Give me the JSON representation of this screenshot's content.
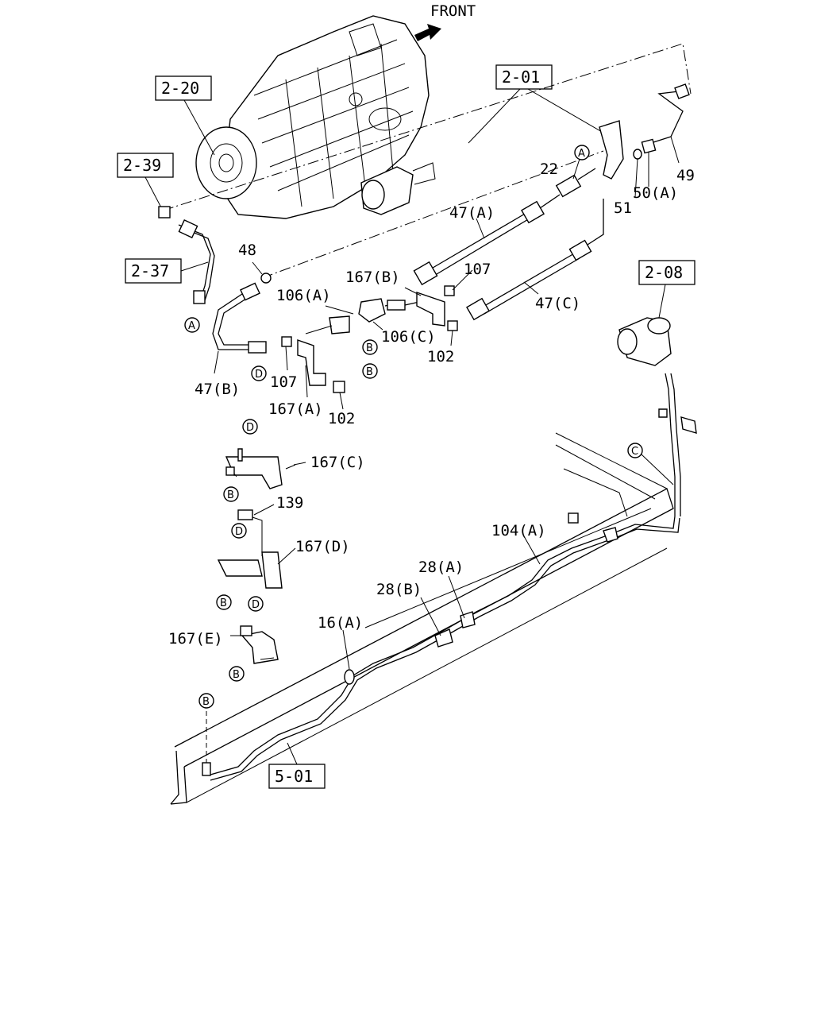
{
  "direction": {
    "label": "FRONT"
  },
  "reference_boxes": {
    "ref_2_20": "2-20",
    "ref_2_01": "2-01",
    "ref_2_39": "2-39",
    "ref_2_37": "2-37",
    "ref_2_08": "2-08",
    "ref_5_01": "5-01"
  },
  "part_labels": {
    "p22": "22",
    "p51": "51",
    "p50A": "50(A)",
    "p49": "49",
    "p47A": "47(A)",
    "p48": "48",
    "p167B": "167(B)",
    "p107_upper": "107",
    "p106A": "106(A)",
    "p47C": "47(C)",
    "p106C": "106(C)",
    "p102_upper": "102",
    "p47B": "47(B)",
    "p107_lower": "107",
    "p167A": "167(A)",
    "p102_lower": "102",
    "p167C": "167(C)",
    "p139": "139",
    "p167D": "167(D)",
    "p104A": "104(A)",
    "p28A": "28(A)",
    "p28B": "28(B)",
    "p16A": "16(A)",
    "p167E": "167(E)"
  },
  "callouts": {
    "A": "A",
    "B": "B",
    "C": "C",
    "D": "D"
  }
}
